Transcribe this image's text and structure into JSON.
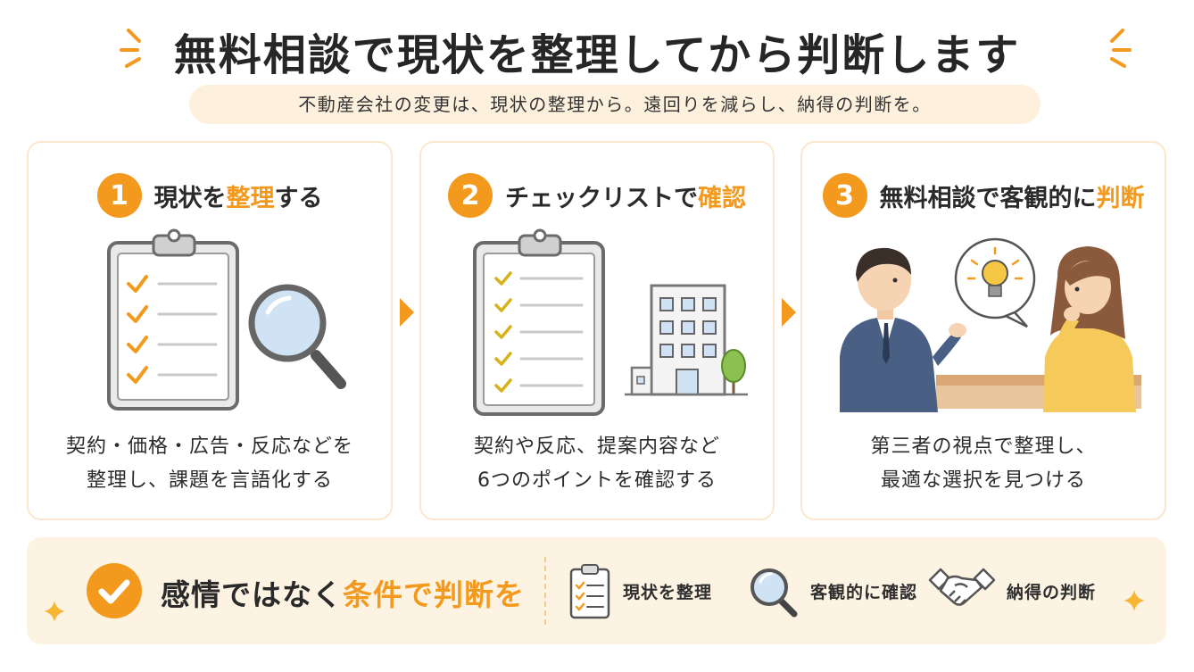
{
  "header": {
    "title": "無料相談で現状を整理してから判断します",
    "subtitle": "不動産会社の変更は、現状の整理から。遠回りを減らし、納得の判断を。"
  },
  "steps": [
    {
      "number": "1",
      "title_pre": "現状を",
      "title_hl": "整理",
      "title_post": "する",
      "line1": "契約・価格・広告・反応などを",
      "line2": "整理し、課題を言語化する"
    },
    {
      "number": "2",
      "title_pre": "チェックリストで",
      "title_hl": "確認",
      "title_post": "",
      "line1": "契約や反応、提案内容など",
      "line2": "6つのポイントを確認する"
    },
    {
      "number": "3",
      "title_pre": "無料相談で客観的に",
      "title_hl": "判断",
      "title_post": "",
      "line1": "第三者の視点で整理し、",
      "line2": "最適な選択を見つける"
    }
  ],
  "bottom": {
    "main_pre": "感情ではなく",
    "main_hl": "条件で判断を",
    "items": [
      {
        "icon": "clipboard-icon",
        "label": "現状を整理"
      },
      {
        "icon": "magnifier-icon",
        "label": "客観的に確認"
      },
      {
        "icon": "handshake-icon",
        "label": "納得の判断"
      }
    ]
  },
  "colors": {
    "accent": "#f39a1e",
    "pill_bg": "#fdf1dd",
    "bar_bg": "#fdf3e3",
    "card_border": "#fbe8cc"
  }
}
